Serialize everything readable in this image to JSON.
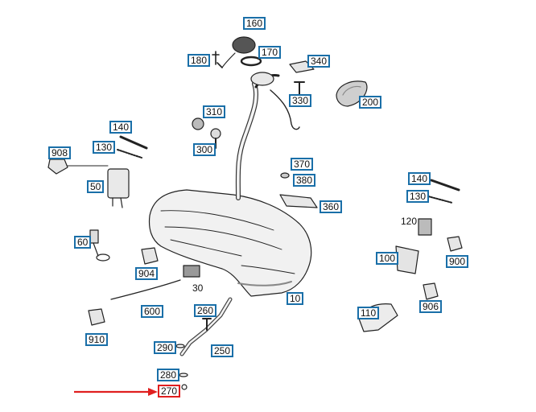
{
  "parts": {
    "p160": "160",
    "p170": "170",
    "p180": "180",
    "p340": "340",
    "p330": "330",
    "p200": "200",
    "p310": "310",
    "p300": "300",
    "p140a": "140",
    "p130a": "130",
    "p908": "908",
    "p50": "50",
    "p370": "370",
    "p380": "380",
    "p360": "360",
    "p140b": "140",
    "p130b": "130",
    "p120": "120",
    "p900": "900",
    "p60": "60",
    "p904": "904",
    "p30": "30",
    "p100": "100",
    "p10": "10",
    "p906": "906",
    "p600": "600",
    "p260": "260",
    "p110": "110",
    "p910": "910",
    "p290": "290",
    "p250": "250",
    "p280": "280",
    "p270": "270"
  },
  "highlight": {
    "part": "270",
    "color": "#e01f1f"
  },
  "colors": {
    "callout_border": "#1a6fa8",
    "line": "#222222",
    "shade": "#9a9a9a"
  }
}
